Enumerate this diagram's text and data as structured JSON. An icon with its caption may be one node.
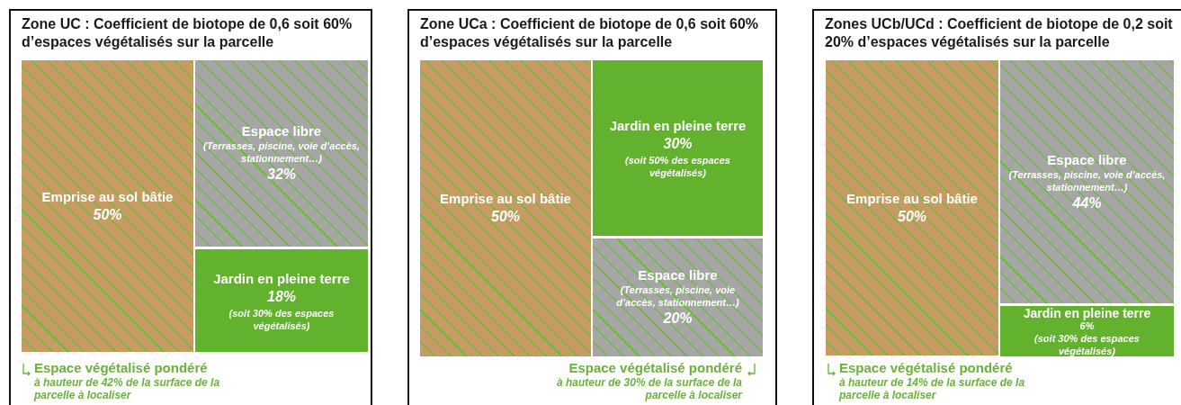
{
  "diagram": {
    "nodes": [
      {
        "text": [
          "Zone UC : Coefficient de biotope de 0,6 soit 60% d’espaces végétalisés sur la parcelle"
        ]
      },
      {
        "text": [
          "Emprise au sol bâtie",
          "50%"
        ],
        "in": 0
      },
      {
        "text": [
          "Espace libre",
          "(Terrasses, piscine, voie d’accès, stationnement…)",
          "32%"
        ],
        "in": 0
      },
      {
        "text": [
          "Jardin en pleine terre",
          "18%",
          "(soit 30% des espaces végétalisés)"
        ],
        "in": 0
      },
      {
        "text": [
          "Zone UCa : Coefficient de biotope de 0,6 soit 60% d’espaces végétalisés sur la parcelle"
        ]
      },
      {
        "text": [
          "Emprise au sol bâtie",
          "50%"
        ],
        "in": 4
      },
      {
        "text": [
          "Jardin en pleine terre",
          "30%",
          "(soit 50% des espaces végétalisés)"
        ],
        "in": 4
      },
      {
        "text": [
          "Espace libre",
          "(Terrasses, piscine, voie d’accès, stationnement…)",
          "20%"
        ],
        "in": 4
      },
      {
        "text": [
          "Zones UCb/UCd : Coefficient de biotope de 0,2 soit 20% d’espaces végétalisés sur la parcelle"
        ]
      },
      {
        "text": [
          "Emprise au sol bâtie",
          "50%"
        ],
        "in": 8
      },
      {
        "text": [
          "Espace libre",
          "(Terrasses, piscine, voie d’accès, stationnement…)",
          "44%"
        ],
        "in": 8
      },
      {
        "text": [
          "Jardin en pleine terre",
          "6%",
          "(soit 30% des espaces végétalisés)"
        ],
        "in": 8
      }
    ],
    "labels": [
      "Espace végétalisé pondéré",
      "à hauteur de 42% de la surface de la parcelle à localiser",
      "Espace végétalisé pondéré",
      "à hauteur de 30% de la surface de la parcelle à localiser",
      "Espace végétalisé pondéré",
      "à hauteur de 14% de la surface de la parcelle à localiser"
    ]
  }
}
